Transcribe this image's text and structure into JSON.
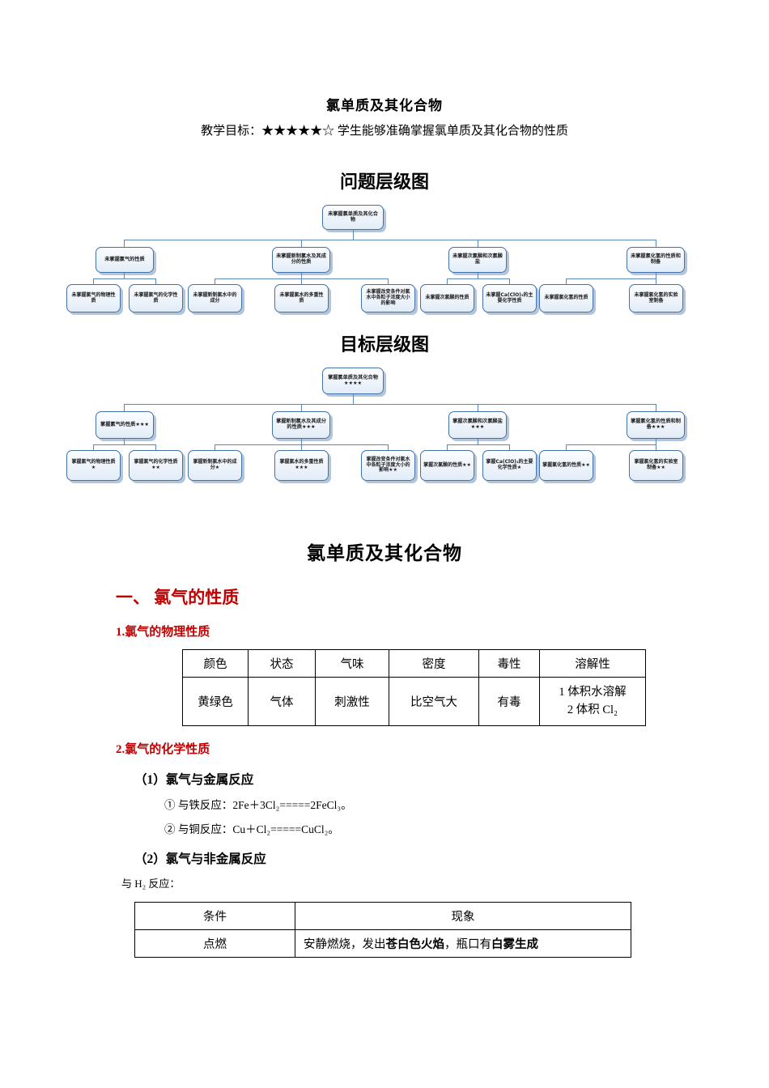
{
  "header": {
    "title": "氯单质及其化合物",
    "objective_label": "教学目标：",
    "objective_stars": "★★★★★☆",
    "objective_text": " 学生能够准确掌握氯单质及其化合物的性质"
  },
  "diagram1": {
    "heading": "问题层级图",
    "root": "未掌握氯单质及其化合物",
    "level2": [
      "未掌握氯气的性质",
      "未掌握新制氯水及其成分的性质",
      "未掌握次氯酸和次氯酸盐",
      "未掌握氯化氢的性质和制备"
    ],
    "level3": [
      "未掌握氯气的物理性质",
      "未掌握氯气的化学性质",
      "未掌握新制氯水中的成分",
      "未掌握氯水的多重性质",
      "未掌握改变条件对氯水中各粒子浓度大小的影响",
      "未掌握次氯酸的性质",
      "未掌握Ca(ClO)₂的主要化学性质",
      "未掌握氯化氢的性质",
      "未掌握氯化氢的实验室制备"
    ]
  },
  "diagram2": {
    "heading": "目标层级图",
    "root": "掌握氯单质及其化合物★★★★",
    "level2": [
      "掌握氯气的性质★★★",
      "掌握新制氯水及其成分的性质★★★",
      "掌握次氯酸和次氯酸盐★★★",
      "掌握氯化氢的性质和制备★★★"
    ],
    "level3": [
      "掌握氯气的物理性质★",
      "掌握氯气的化学性质★★",
      "掌握新制氯水中的成分★",
      "掌握氯水的多重性质★★★",
      "掌握改变条件对氯水中各粒子浓度大小的影响★★",
      "掌握次氯酸的性质★★",
      "掌握Ca(ClO)₂的主要化学性质★",
      "掌握氯化氢的性质★★",
      "掌握氯化氢的实验室制备★★"
    ]
  },
  "body": {
    "main_title": "氯单质及其化合物",
    "section1": "一、 氯气的性质",
    "sub1": "1.氯气的物理性质",
    "sub2": "2.氯气的化学性质",
    "item1": "（1）氯气与金属反应",
    "eq1": "① 与铁反应：2Fe＋3Cl₂=====2FeCl₃。",
    "eq2": "② 与铜反应：Cu＋Cl₂=====CuCl₂。",
    "item2": "（2）氯气与非金属反应",
    "line_h2": "与 H₂ 反应："
  },
  "table_physical": {
    "headers": [
      "颜色",
      "状态",
      "气味",
      "密度",
      "毒性",
      "溶解性"
    ],
    "values": [
      "黄绿色",
      "气体",
      "刺激性",
      "比空气大",
      "有毒",
      "1 体积水溶解\n2 体积 Cl₂"
    ]
  },
  "table_phenomenon": {
    "headers": [
      "条件",
      "现象"
    ],
    "condition": "点燃",
    "phenomenon_pre": "安静燃烧，发出",
    "phenomenon_b1": "苍白色火焰",
    "phenomenon_mid": "，瓶口有",
    "phenomenon_b2": "白雾生成"
  }
}
